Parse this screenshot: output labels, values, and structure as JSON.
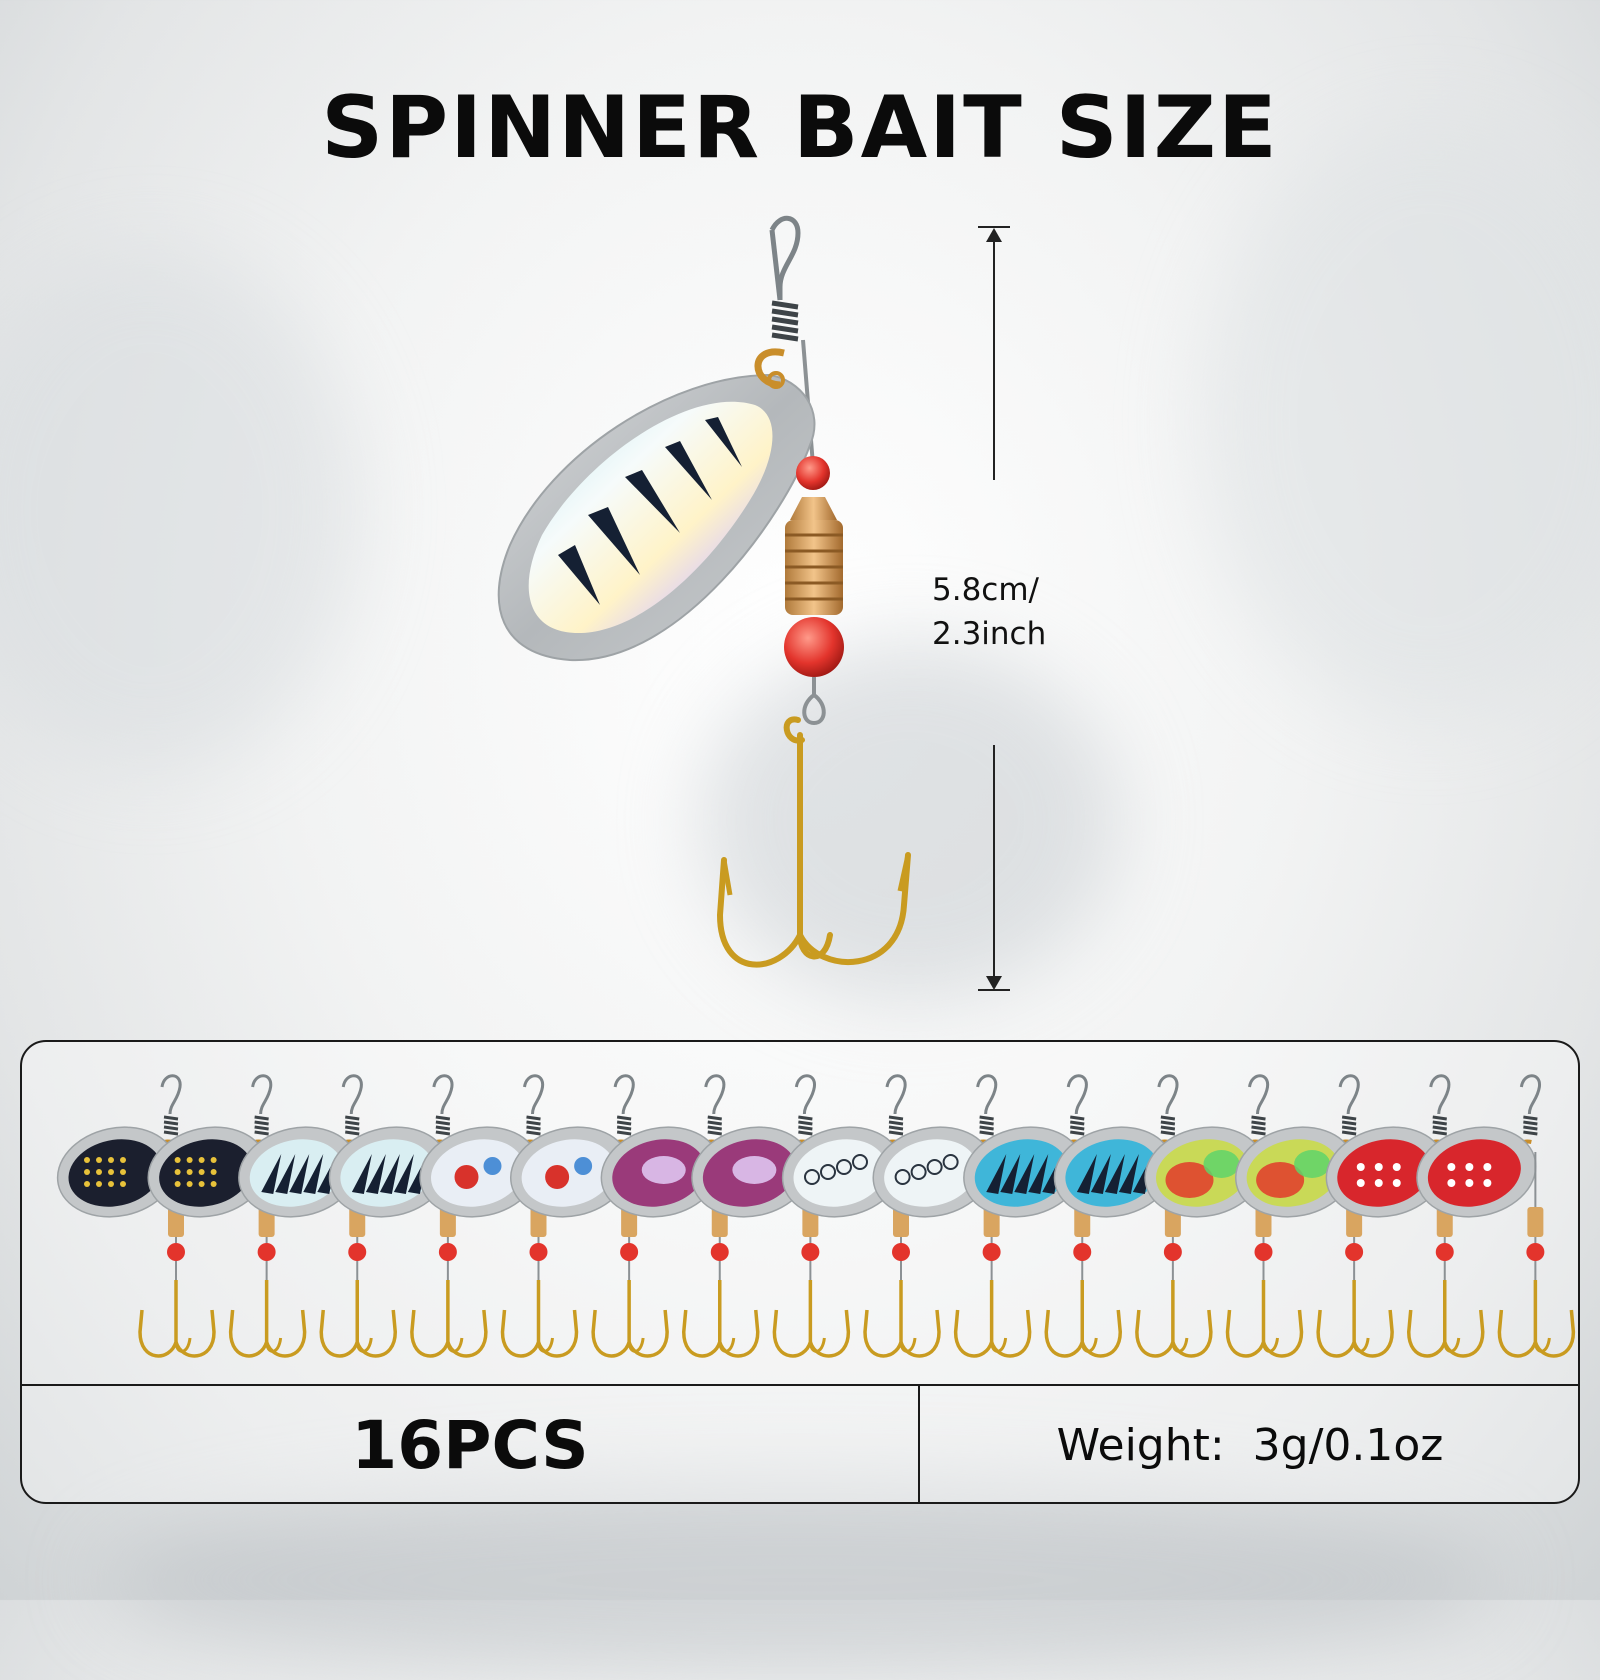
{
  "title": "SPINNER BAIT SIZE",
  "size_label_line1": "5.8cm/",
  "size_label_line2": "2.3inch",
  "quantity": "16PCS",
  "weight_label": "Weight:  3g/0.1oz",
  "small_lures": [
    {
      "blade": "#1b1f2e",
      "pattern": "dots"
    },
    {
      "blade": "#1b1f2e",
      "pattern": "dots"
    },
    {
      "blade": "#d9eef2",
      "pattern": "stripes"
    },
    {
      "blade": "#d9eef2",
      "pattern": "stripes"
    },
    {
      "blade": "#e9eef5",
      "pattern": "fish"
    },
    {
      "blade": "#e9eef5",
      "pattern": "fish"
    },
    {
      "blade": "#9a3a7a",
      "pattern": "holo"
    },
    {
      "blade": "#9a3a7a",
      "pattern": "holo"
    },
    {
      "blade": "#eef4f6",
      "pattern": "chain"
    },
    {
      "blade": "#eef4f6",
      "pattern": "chain"
    },
    {
      "blade": "#3fb6d9",
      "pattern": "stripes"
    },
    {
      "blade": "#3fb6d9",
      "pattern": "stripes"
    },
    {
      "blade": "#c9d957",
      "pattern": "rainbow"
    },
    {
      "blade": "#c9d957",
      "pattern": "rainbow"
    },
    {
      "blade": "#d8262c",
      "pattern": "flowers"
    },
    {
      "blade": "#d8262c",
      "pattern": "flowers"
    }
  ]
}
